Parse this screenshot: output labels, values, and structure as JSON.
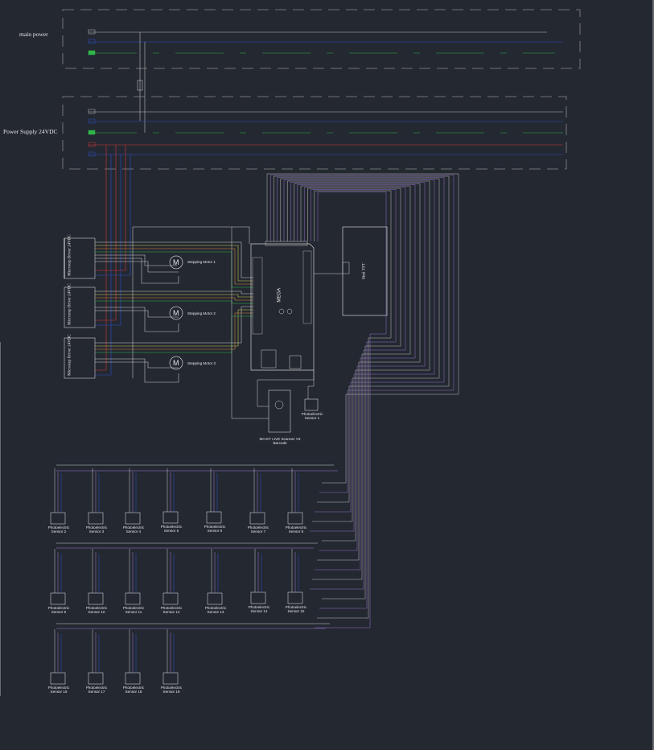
{
  "power": {
    "main_label": "main power",
    "supply_label": "Power Supply 24VDC"
  },
  "drivers": [
    {
      "label": "Microstep Driver 24VDC"
    },
    {
      "label": "Microstep Driver 24VDC"
    },
    {
      "label": "Microstep Driver 24VDC"
    }
  ],
  "motors": [
    {
      "symbol": "M",
      "label": "Stepping Motor 1"
    },
    {
      "symbol": "M",
      "label": "Stepping Motor 2"
    },
    {
      "symbol": "M",
      "label": "Stepping Motor 3"
    }
  ],
  "display": {
    "label": "8inå TFT"
  },
  "controller": {
    "label": "MEGA"
  },
  "scanner": {
    "label_line1": "MH-ET LIVE Scanner V3",
    "label_line2": "Barcode"
  },
  "sensors": [
    {
      "line1": "Photoelectric",
      "line2": "Sensor 1"
    },
    {
      "line1": "Photoelectric",
      "line2": "Sensor 2"
    },
    {
      "line1": "Photoelectric",
      "line2": "Sensor 3"
    },
    {
      "line1": "Photoelectric",
      "line2": "Sensor 4"
    },
    {
      "line1": "Photoelectric",
      "line2": "Sensor 5"
    },
    {
      "line1": "Photoelectric",
      "line2": "Sensor 6"
    },
    {
      "line1": "Photoelectric",
      "line2": "Sensor 7"
    },
    {
      "line1": "Photoelectric",
      "line2": "Sensor 8"
    },
    {
      "line1": "Photoelectric",
      "line2": "Sensor 9"
    },
    {
      "line1": "Photoelectric",
      "line2": "Sensor 10"
    },
    {
      "line1": "Photoelectric",
      "line2": "Sensor 11"
    },
    {
      "line1": "Photoelectric",
      "line2": "Sensor 12"
    },
    {
      "line1": "Photoelectric",
      "line2": "Sensor 13"
    },
    {
      "line1": "Photoelectric",
      "line2": "Sensor 14"
    },
    {
      "line1": "Photoelectric",
      "line2": "Sensor 15"
    },
    {
      "line1": "Photoelectric",
      "line2": "Sensor 16"
    },
    {
      "line1": "Photoelectric",
      "line2": "Sensor 17"
    },
    {
      "line1": "Photoelectric",
      "line2": "Sensor 18"
    },
    {
      "line1": "Photoelectric",
      "line2": "Sensor 19"
    }
  ],
  "colors": {
    "background": "#232831",
    "frame": "#9a9a9a",
    "wire_white": "#cfcfcf",
    "wire_blue": "#2f4fd0",
    "wire_green": "#2fb54a",
    "wire_red": "#d33a3a",
    "wire_purple": "#a07ad8",
    "wire_yellow": "#d7c84a",
    "wire_orange": "#d8893a"
  }
}
